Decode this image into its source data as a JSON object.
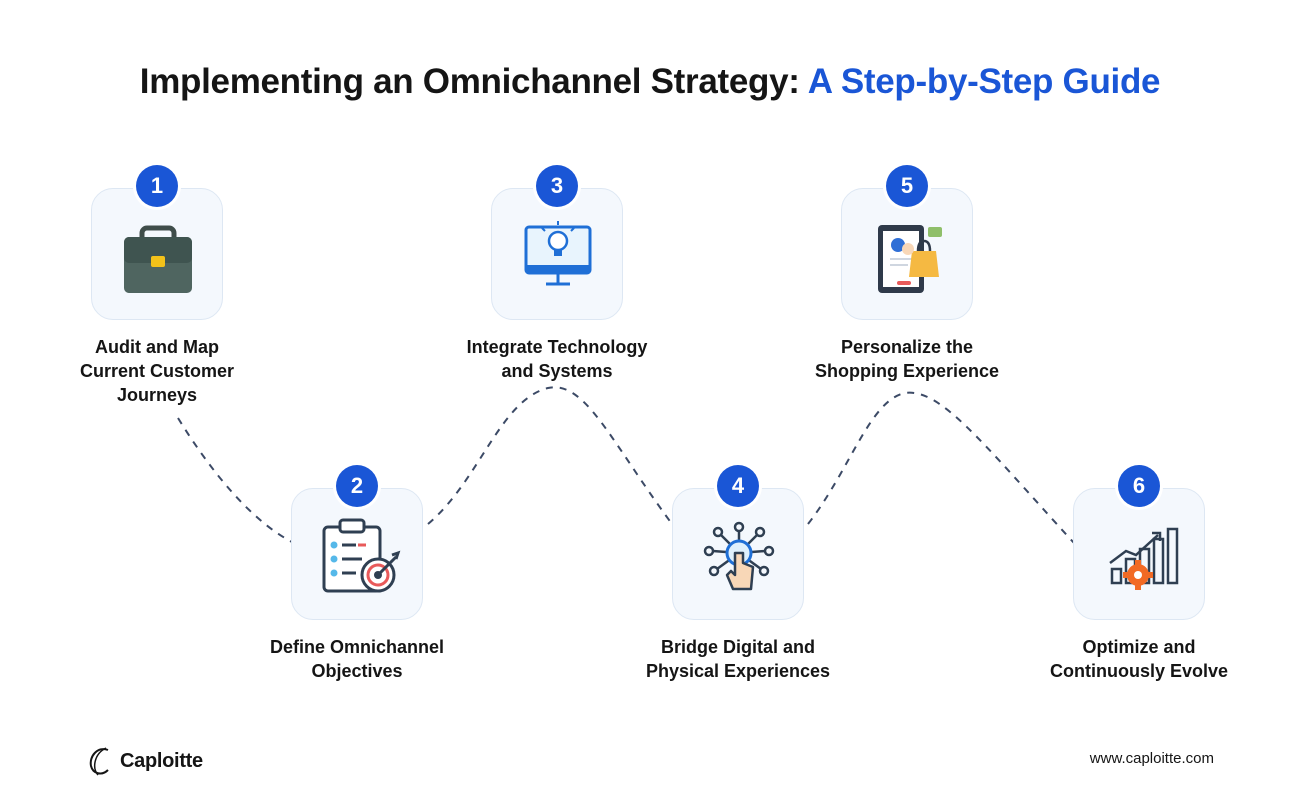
{
  "header": {
    "title_main": "Implementing an Omnichannel Strategy: ",
    "title_accent": "A Step-by-Step Guide"
  },
  "colors": {
    "accent": "#1a56d6",
    "card_bg": "#f4f8fd",
    "connector": "#3c4a66"
  },
  "steps": [
    {
      "number": "1",
      "icon": "briefcase-icon",
      "lines": [
        "Audit and Map",
        "Current Customer",
        "Journeys"
      ]
    },
    {
      "number": "2",
      "icon": "clipboard-target-icon",
      "lines": [
        "Define Omnichannel",
        "Objectives"
      ]
    },
    {
      "number": "3",
      "icon": "monitor-lightbulb-icon",
      "lines": [
        "Integrate Technology",
        "and Systems"
      ]
    },
    {
      "number": "4",
      "icon": "touch-network-icon",
      "lines": [
        "Bridge Digital and",
        "Physical Experiences"
      ]
    },
    {
      "number": "5",
      "icon": "tablet-shopping-icon",
      "lines": [
        "Personalize the",
        "Shopping Experience"
      ]
    },
    {
      "number": "6",
      "icon": "growth-chart-gear-icon",
      "lines": [
        "Optimize and",
        "Continuously Evolve"
      ]
    }
  ],
  "footer": {
    "brand": "Caploitte",
    "url": "www.caploitte.com"
  }
}
